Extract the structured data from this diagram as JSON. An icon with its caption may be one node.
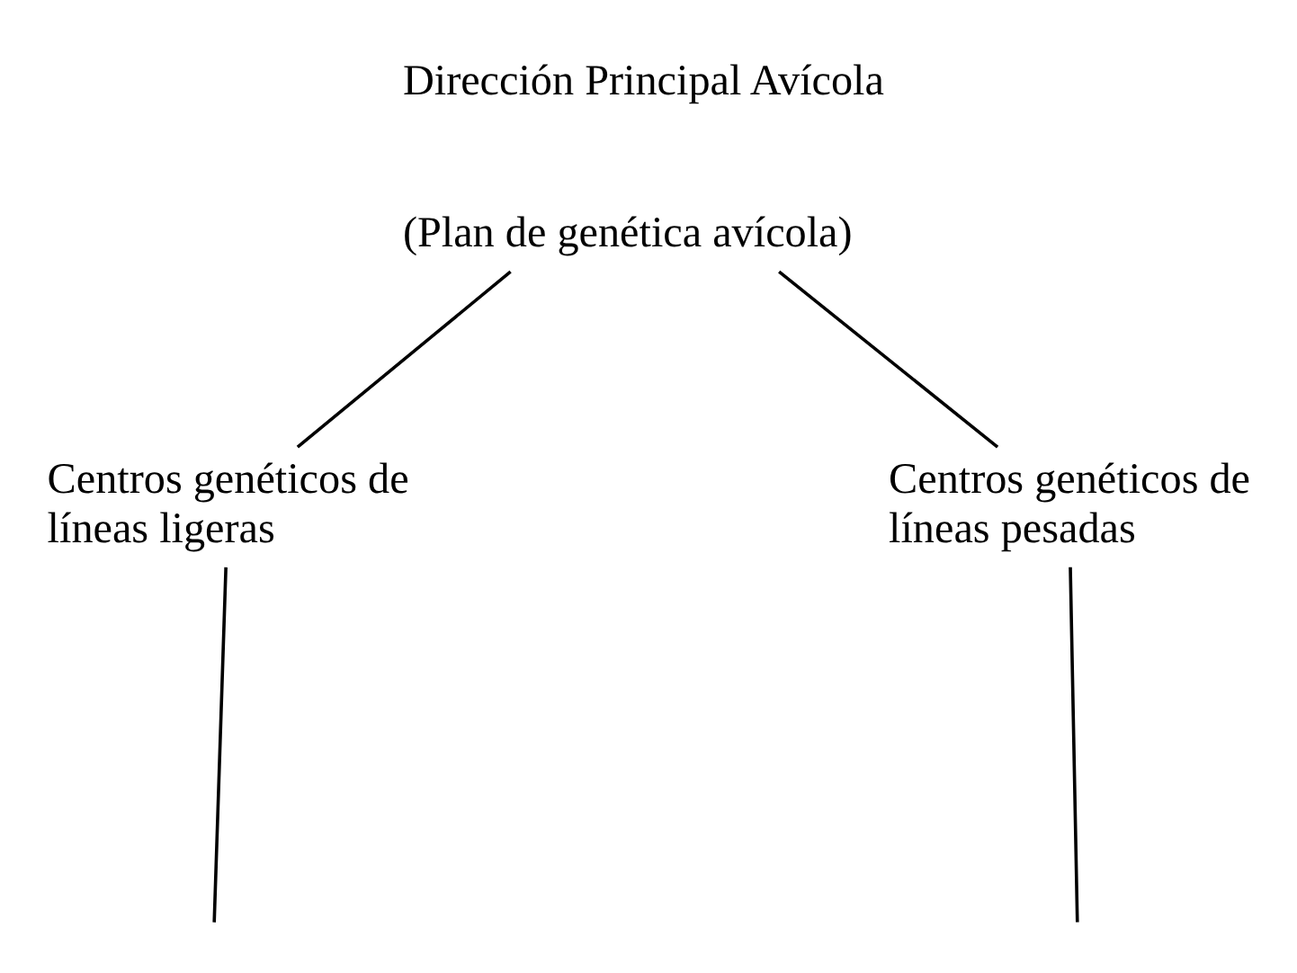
{
  "diagram": {
    "nodes": [
      {
        "text": [
          "Dirección Principal Avícola",
          "(Plan de genética avícola)"
        ]
      },
      {
        "text": [
          "Centros genéticos de líneas ligeras"
        ]
      },
      {
        "text": [
          "Centros genéticos de líneas pesadas"
        ]
      }
    ],
    "edges": [
      {
        "from": 0,
        "to": 1,
        "arrow": "none"
      },
      {
        "from": 0,
        "to": 2,
        "arrow": "none"
      },
      {
        "from": 1,
        "to": null,
        "arrow": "none"
      },
      {
        "from": 2,
        "to": null,
        "arrow": "none"
      }
    ]
  }
}
